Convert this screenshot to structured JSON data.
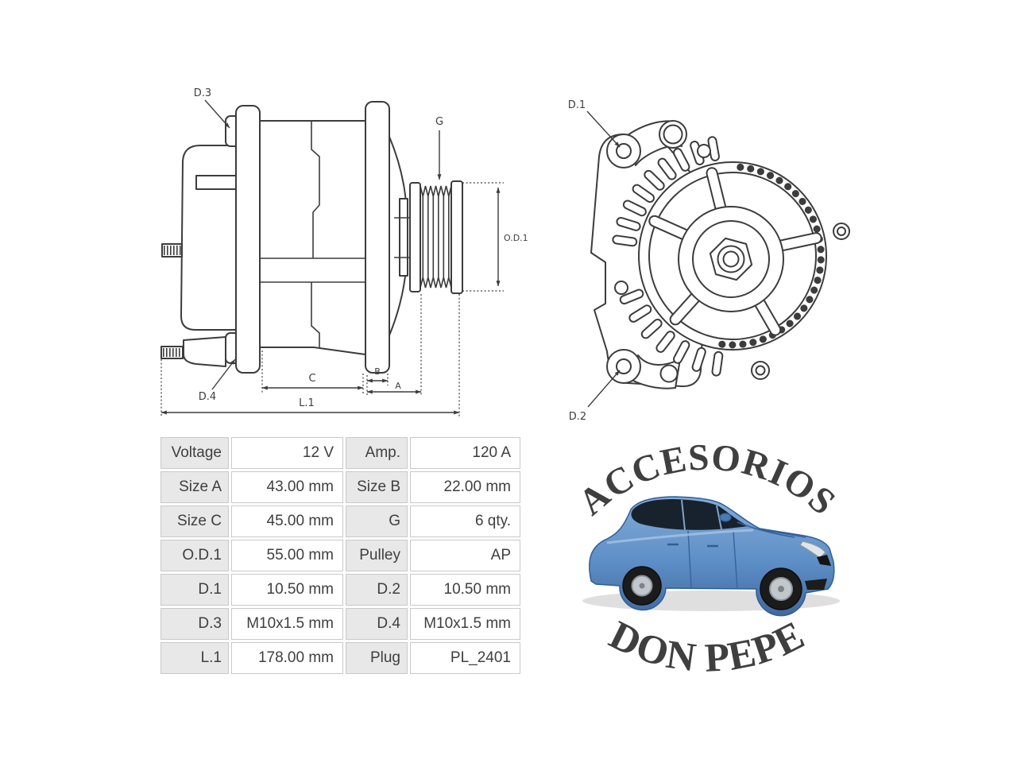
{
  "colors": {
    "diagram_line": "#3c3c3c",
    "table_label_bg": "#e8e8e8",
    "table_border": "#c9c9c9",
    "table_text": "#3f3f3f",
    "brand_red": "#c0181f",
    "car_blue": "#5d8ec6"
  },
  "side_view": {
    "labels": {
      "d3": "D.3",
      "d4": "D.4",
      "g": "G",
      "od1": "O.D.1",
      "c": "C",
      "b": "B",
      "a": "A",
      "l1": "L.1"
    }
  },
  "front_view": {
    "labels": {
      "d1": "D.1",
      "d2": "D.2"
    }
  },
  "spec_table": {
    "rows": [
      {
        "l1": "Voltage",
        "v1": "12 V",
        "l2": "Amp.",
        "v2": "120 A"
      },
      {
        "l1": "Size A",
        "v1": "43.00 mm",
        "l2": "Size B",
        "v2": "22.00 mm"
      },
      {
        "l1": "Size C",
        "v1": "45.00 mm",
        "l2": "G",
        "v2": "6 qty."
      },
      {
        "l1": "O.D.1",
        "v1": "55.00 mm",
        "l2": "Pulley",
        "v2": "AP"
      },
      {
        "l1": "D.1",
        "v1": "10.50 mm",
        "l2": "D.2",
        "v2": "10.50 mm"
      },
      {
        "l1": "D.3",
        "v1": "M10x1.5 mm",
        "l2": "D.4",
        "v2": "M10x1.5 mm"
      },
      {
        "l1": "L.1",
        "v1": "178.00 mm",
        "l2": "Plug",
        "v2": "PL_2401"
      }
    ]
  },
  "branding": {
    "top_text": "ACCESORIOS",
    "bottom_text": "DON PEPE",
    "color": "#c0181f",
    "car_body_color": "#5d8ec6"
  }
}
